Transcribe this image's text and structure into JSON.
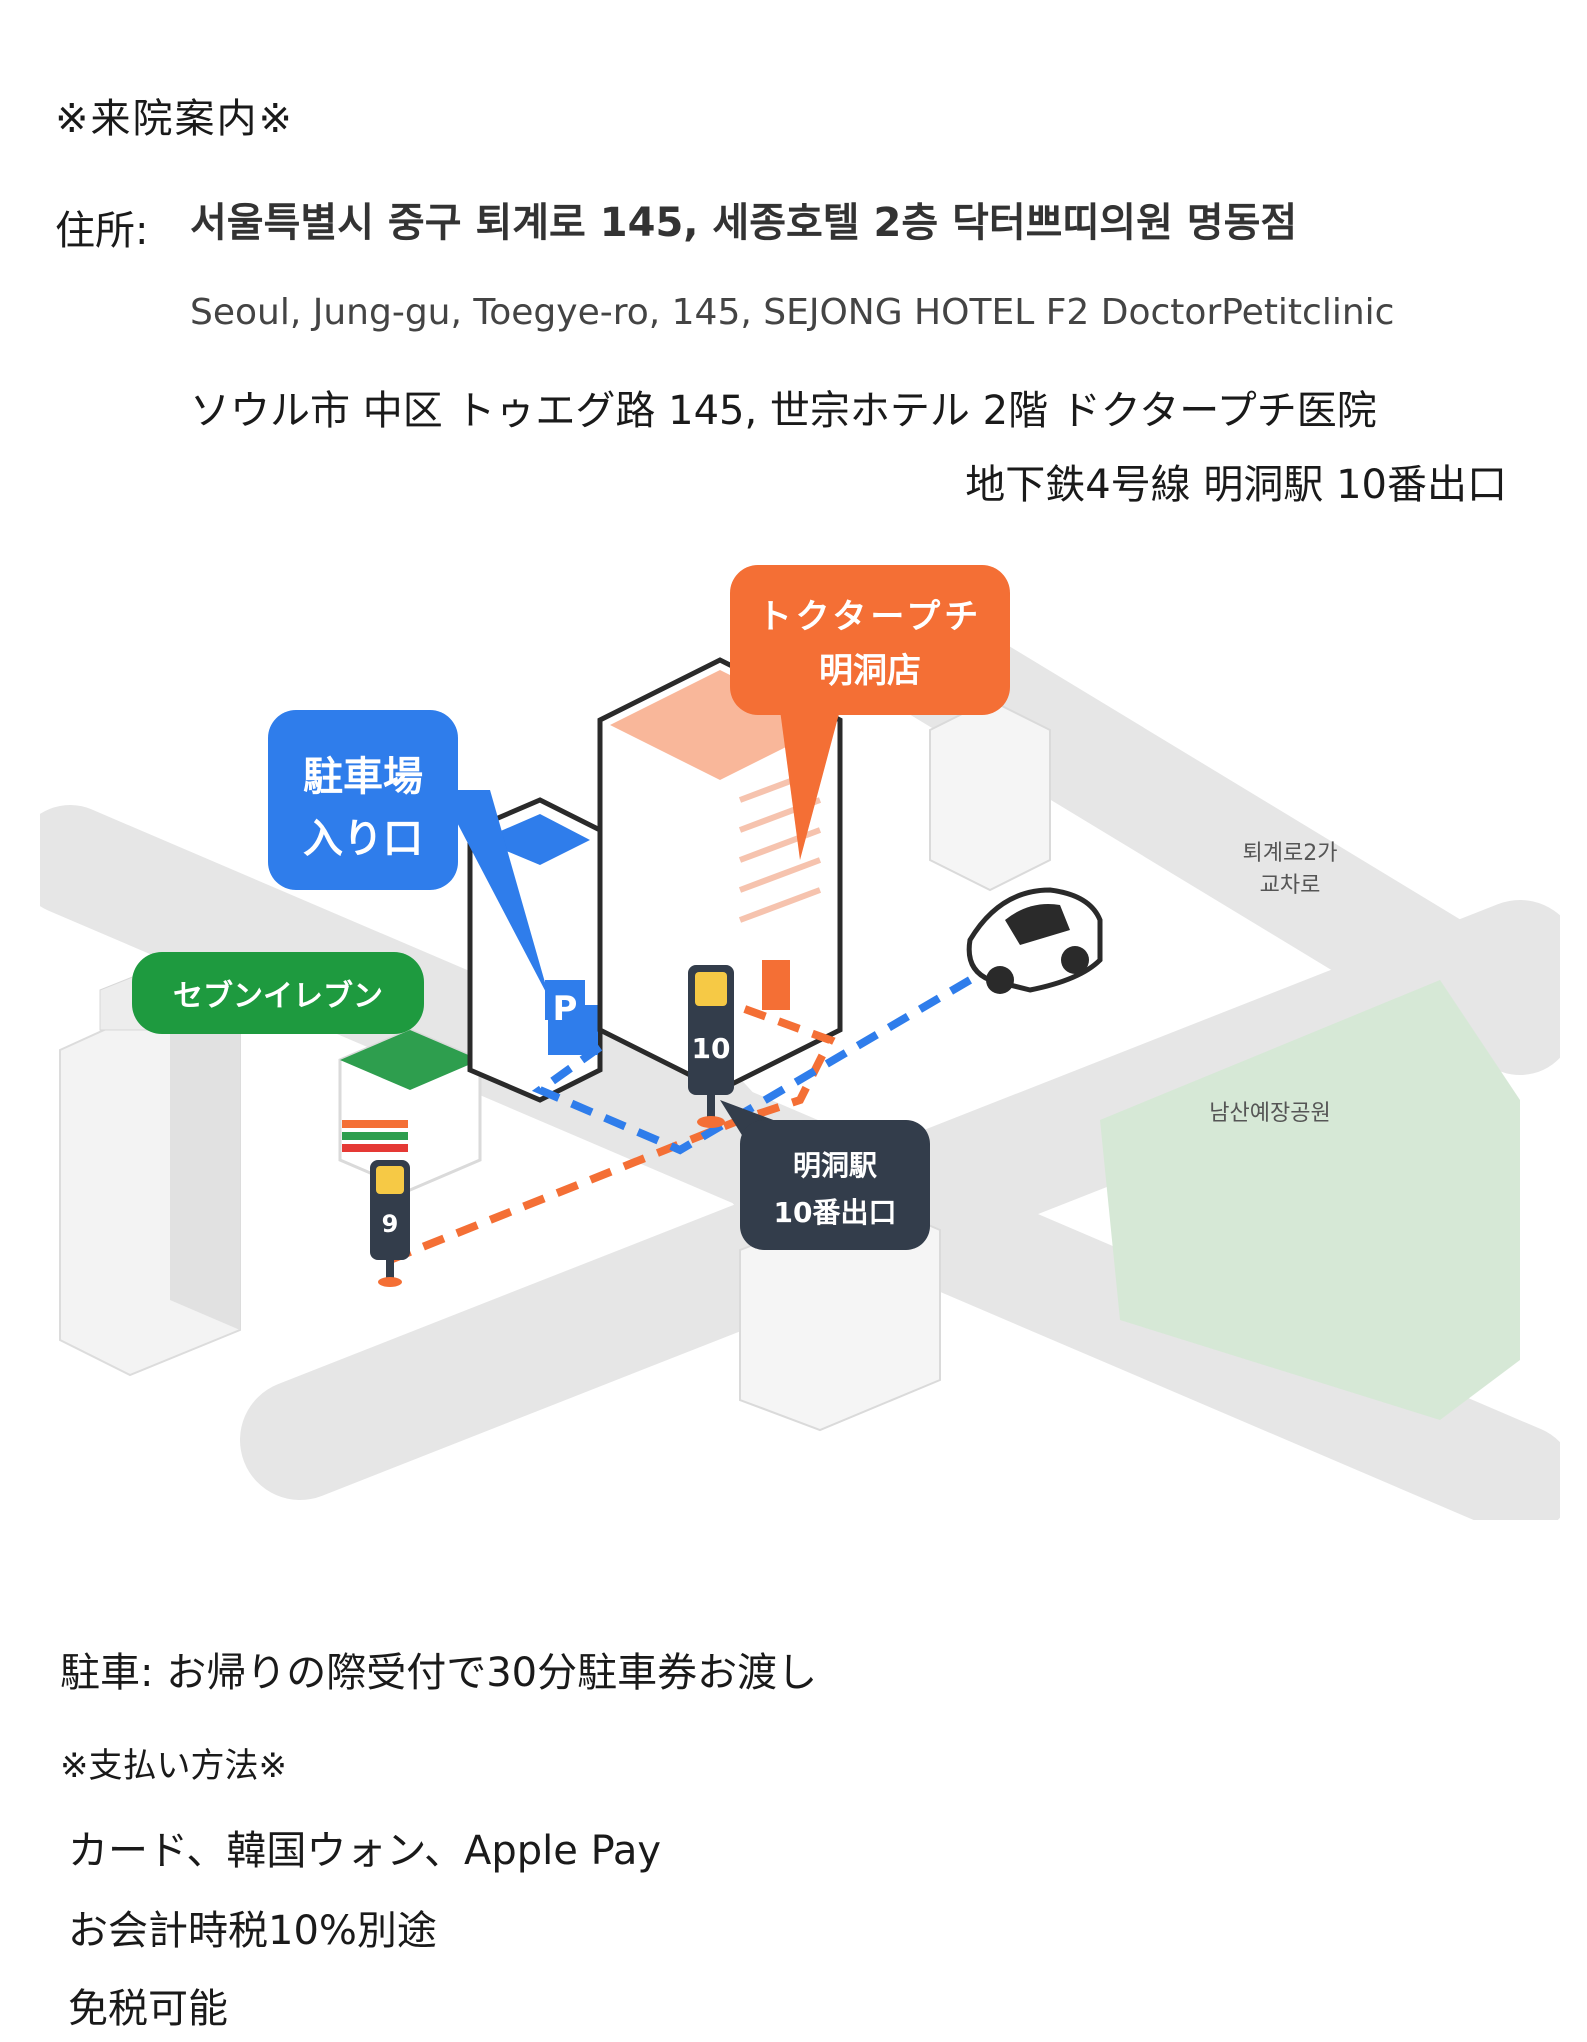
{
  "header": {
    "visit_title": "※来院案内※"
  },
  "address": {
    "label": "住所:",
    "korean": "서울특별시 중구 퇴계로 145, 세종호텔 2층 닥터쁘띠의원 명동점",
    "english": "Seoul, Jung-gu, Toegye-ro, 145, SEJONG HOTEL F2 DoctorPetitclinic",
    "japanese": "ソウル市 中区 トゥエグ路 145, 世宗ホテル 2階 ドクタープチ医院",
    "subway": "地下鉄4号線 明洞駅 10番出口"
  },
  "map": {
    "clinic_label_line1": "トクタープチ",
    "clinic_label_line2": "明洞店",
    "parking_label_line1": "駐車場",
    "parking_label_line2": "入り口",
    "seven_eleven_label": "セブンイレブン",
    "exit_label_line1": "明洞駅",
    "exit_label_line2": "10番出口",
    "intersection_line1": "퇴계로2가",
    "intersection_line2": "교차로",
    "park_label": "남산예장공원",
    "bus_stop_10": "10",
    "bus_stop_9": "9",
    "parking_sign": "P",
    "colors": {
      "clinic_orange": "#F46F35",
      "parking_blue": "#2F7DEB",
      "seven_green": "#1E9A3F",
      "exit_navy": "#333D4B",
      "park_green": "#D6E8D6",
      "road_gray": "#E6E6E6"
    }
  },
  "parking_note": "駐車: お帰りの際受付で30分駐車券お渡し",
  "payment": {
    "title": "※支払い方法※",
    "methods": "カード、韓国ウォン、Apple Pay",
    "tax_note": "お会計時税10%別途",
    "duty_free": "免税可能"
  }
}
